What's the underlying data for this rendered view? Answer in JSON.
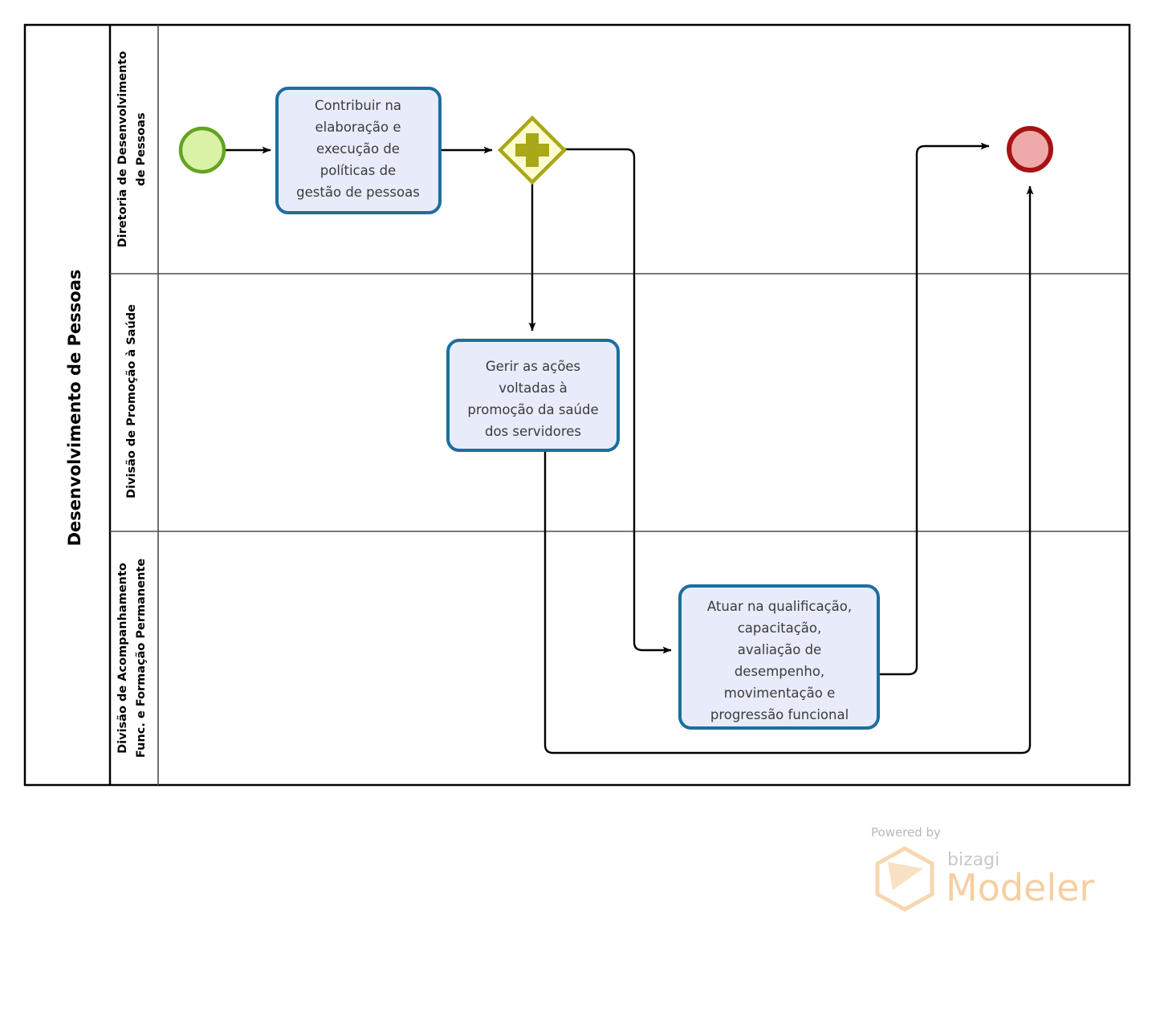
{
  "diagram": {
    "type": "bpmn-process",
    "pool": {
      "label": "Desenvolvimento de Pessoas"
    },
    "lanes": [
      {
        "id": "lane-diretoria",
        "label": "Diretoria de Desenvolvimento de Pessoas"
      },
      {
        "id": "lane-promocao-saude",
        "label": "Divisão de Promoção à Saúde"
      },
      {
        "id": "lane-acompanhamento",
        "label": "Divisão de Acompanhamento Func. e Formação Permanente"
      }
    ],
    "events": [
      {
        "id": "start-event",
        "kind": "start",
        "label": "",
        "fill": "#d9f2a6",
        "stroke": "#62a420"
      },
      {
        "id": "end-event",
        "kind": "end",
        "label": "",
        "fill": "#eeaaaa",
        "stroke": "#a81212"
      }
    ],
    "gateway": {
      "id": "parallel-gateway",
      "kind": "parallel",
      "symbol": "+",
      "fill": "#fcfbd0",
      "stroke": "#a9a818"
    },
    "tasks": [
      {
        "id": "task-politicas",
        "lane": "lane-diretoria",
        "lines": [
          "Contribuir na",
          "elaboração e",
          "execução de",
          "políticas de",
          "gestão de pessoas"
        ]
      },
      {
        "id": "task-saude",
        "lane": "lane-promocao-saude",
        "lines": [
          "Gerir as ações",
          "voltadas à",
          "promoção da saúde",
          "dos servidores"
        ]
      },
      {
        "id": "task-qualificacao",
        "lane": "lane-acompanhamento",
        "lines": [
          "Atuar na qualificação,",
          "capacitação,",
          "avaliação de",
          "desempenho,",
          "movimentação e",
          "progressão funcional"
        ]
      }
    ],
    "colors": {
      "task_fill": "#e8ecfa",
      "task_stroke": "#1c6e9e",
      "pool_border": "#000000",
      "lane_border": "#4d4d4d",
      "flow": "#000000"
    }
  },
  "watermark": {
    "powered_by": "Powered by",
    "brand": "bizagi",
    "product": "Modeler",
    "color": "#f5cfa2"
  }
}
